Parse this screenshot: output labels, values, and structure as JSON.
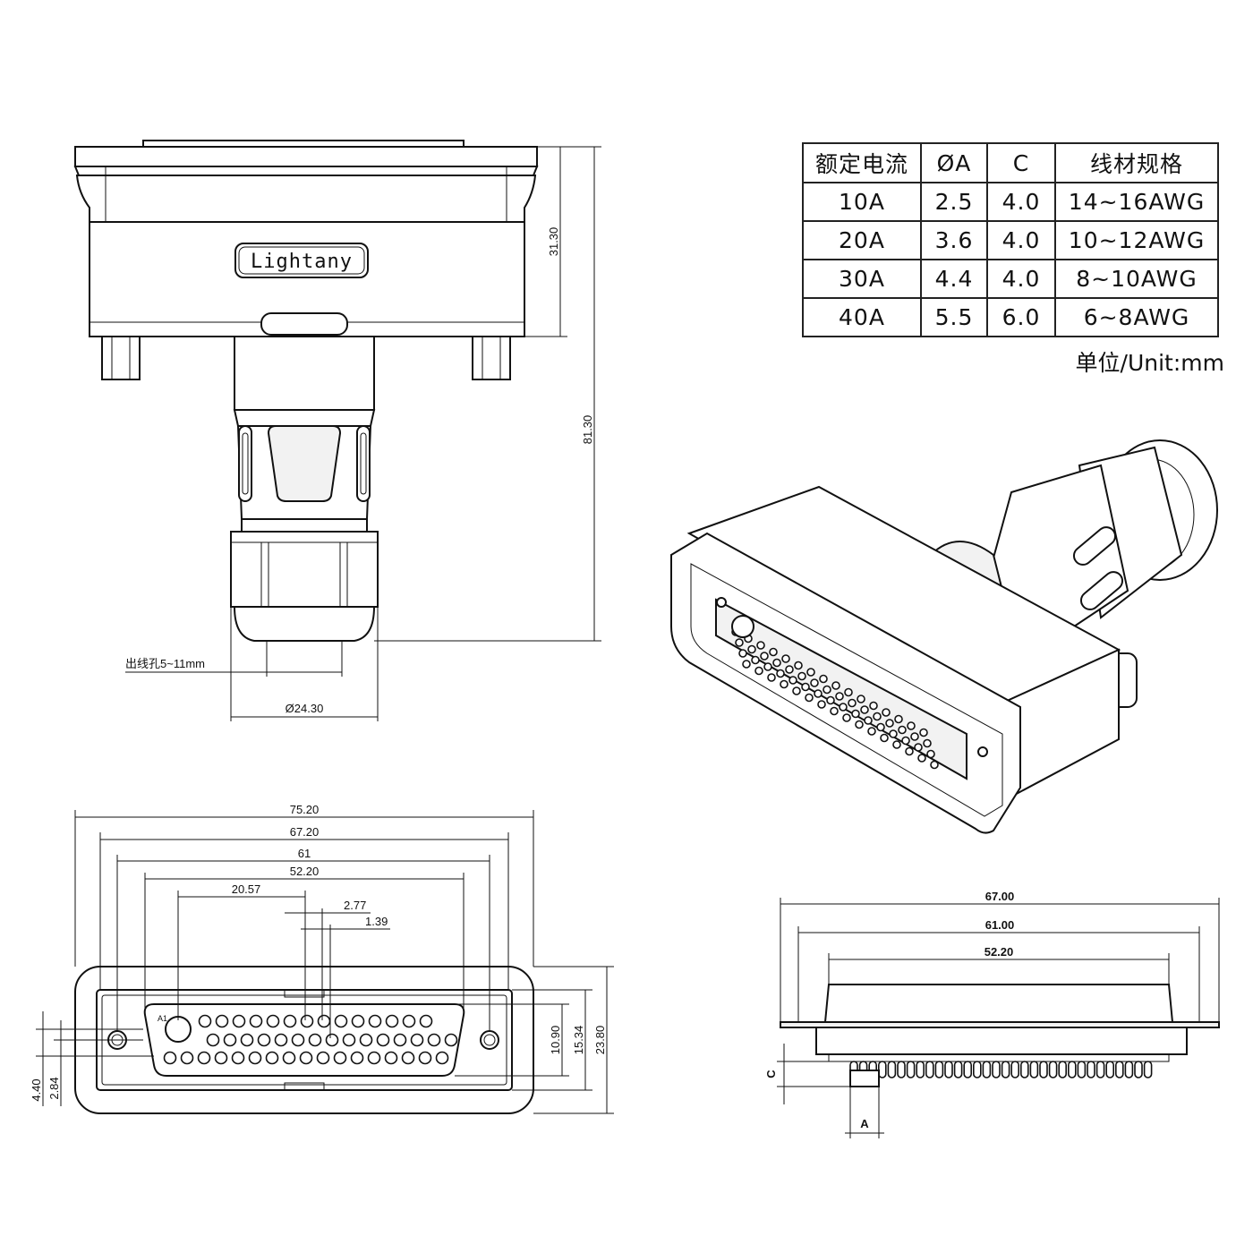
{
  "table": {
    "headers": [
      "额定电流",
      "ØA",
      "C",
      "线材规格"
    ],
    "rows": [
      [
        "10A",
        "2.5",
        "4.0",
        "14~16AWG"
      ],
      [
        "20A",
        "3.6",
        "4.0",
        "10~12AWG"
      ],
      [
        "30A",
        "4.4",
        "4.0",
        "8~10AWG"
      ],
      [
        "40A",
        "5.5",
        "6.0",
        "6~8AWG"
      ]
    ]
  },
  "unit_note": "单位/Unit:mm",
  "logo_text": "Lightany",
  "top_view": {
    "dim_height_cover": "31.30",
    "dim_total_height": "81.30",
    "dim_outlet_hole": "出线孔5~11mm",
    "dim_diameter": "Ø24.30"
  },
  "front_view": {
    "dim_overall_width": "75.20",
    "dim_width_2": "67.20",
    "dim_width_3": "61",
    "dim_width_4": "52.20",
    "dim_offset": "20.57",
    "dim_pitch": "2.77",
    "dim_half_pitch": "1.39",
    "dim_inner_height": "10.90",
    "dim_mid_height": "15.34",
    "dim_outer_height": "23.80",
    "dim_left_1": "4.40",
    "dim_left_2": "2.84"
  },
  "side_view": {
    "dim_width_1": "67.00",
    "dim_width_2": "61.00",
    "dim_width_3": "52.20",
    "label_c": "C",
    "label_a": "A"
  }
}
